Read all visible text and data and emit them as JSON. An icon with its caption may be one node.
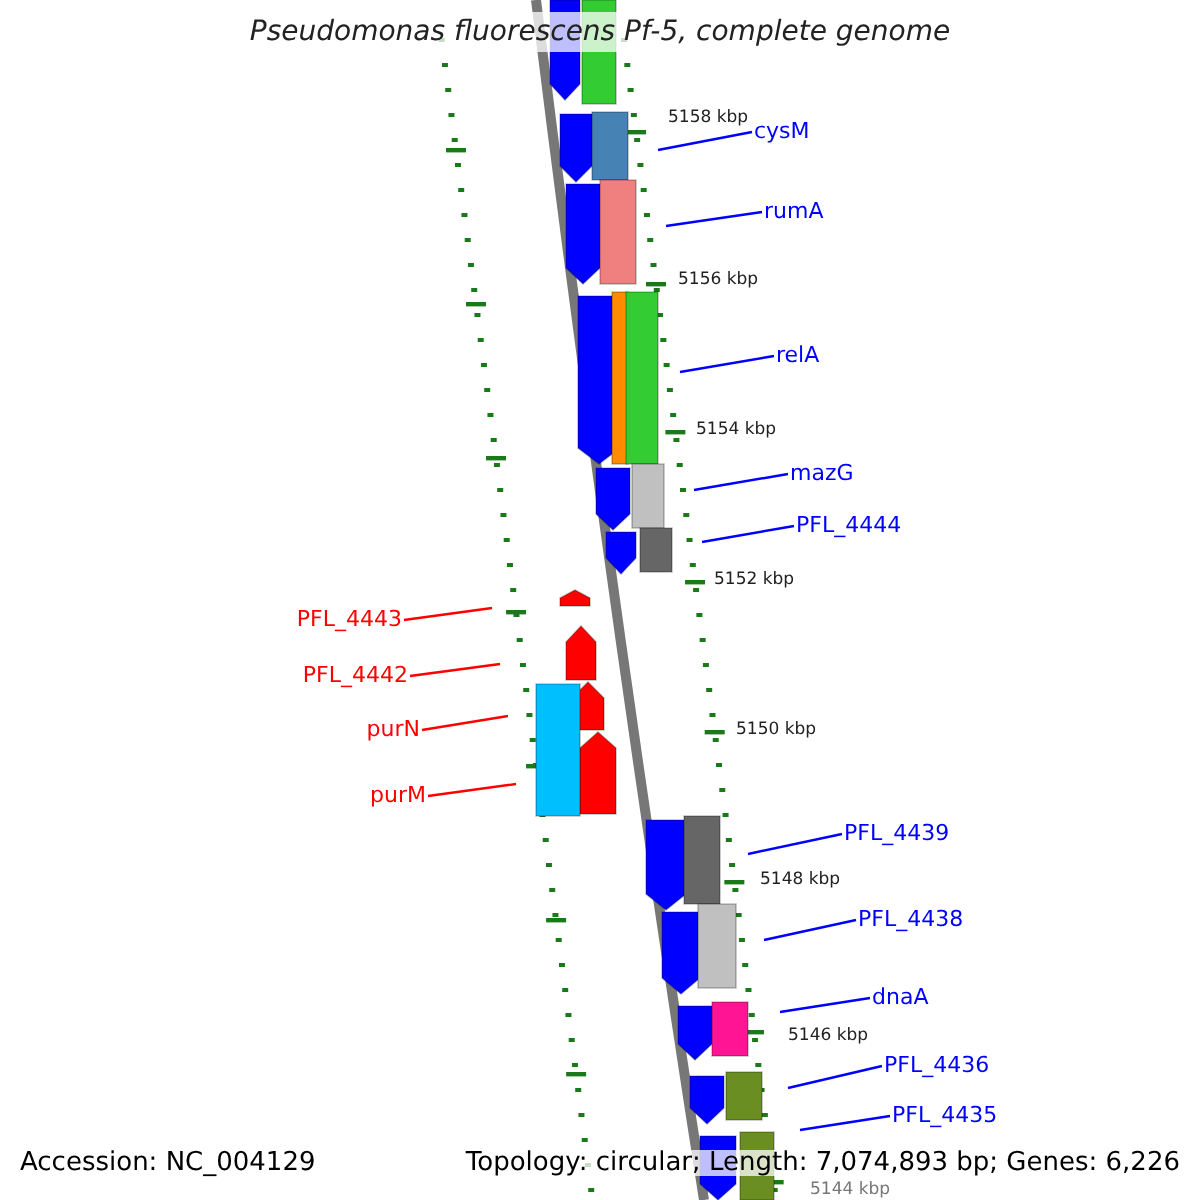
{
  "diagram": {
    "title": "Pseudomonas fluorescens Pf-5, complete genome",
    "nodes": [
      {
        "text": [
          "cysM"
        ]
      },
      {
        "text": [
          "rumA"
        ]
      },
      {
        "text": [
          "relA"
        ]
      },
      {
        "text": [
          "mazG"
        ]
      },
      {
        "text": [
          "PFL_4444"
        ]
      },
      {
        "text": [
          "PFL_4443"
        ]
      },
      {
        "text": [
          "PFL_4442"
        ]
      },
      {
        "text": [
          "purN"
        ]
      },
      {
        "text": [
          "purM"
        ]
      },
      {
        "text": [
          "PFL_4439"
        ]
      },
      {
        "text": [
          "PFL_4438"
        ]
      },
      {
        "text": [
          "dnaA"
        ]
      },
      {
        "text": [
          "PFL_4436"
        ]
      },
      {
        "text": [
          "PFL_4435"
        ]
      }
    ],
    "edges": [
      {
        "from": 0,
        "to": null,
        "arrow": "none"
      },
      {
        "from": 1,
        "to": null,
        "arrow": "none"
      },
      {
        "from": 2,
        "to": null,
        "arrow": "none"
      },
      {
        "from": 3,
        "to": null,
        "arrow": "none"
      },
      {
        "from": 4,
        "to": null,
        "arrow": "none"
      },
      {
        "from": 5,
        "to": null,
        "arrow": "none",
        "color": "#ff0000"
      },
      {
        "from": 6,
        "to": null,
        "arrow": "none",
        "color": "#ff0000"
      },
      {
        "from": 7,
        "to": null,
        "arrow": "none",
        "color": "#ff0000"
      },
      {
        "from": 8,
        "to": null,
        "arrow": "none",
        "color": "#ff0000"
      },
      {
        "from": 9,
        "to": null,
        "arrow": "none"
      },
      {
        "from": 10,
        "to": null,
        "arrow": "none"
      },
      {
        "from": 11,
        "to": null,
        "arrow": "none"
      },
      {
        "from": 12,
        "to": null,
        "arrow": "none"
      },
      {
        "from": 13,
        "to": null,
        "arrow": "none"
      }
    ],
    "labels": [
      "5158 kbp",
      "5156 kbp",
      "5154 kbp",
      "5152 kbp",
      "5150 kbp",
      "5148 kbp",
      "5146 kbp",
      "5144 kbp",
      "Accession: NC_004129",
      "Topology: circular; Length: 7,074,893 bp; Genes: 6,226"
    ]
  }
}
